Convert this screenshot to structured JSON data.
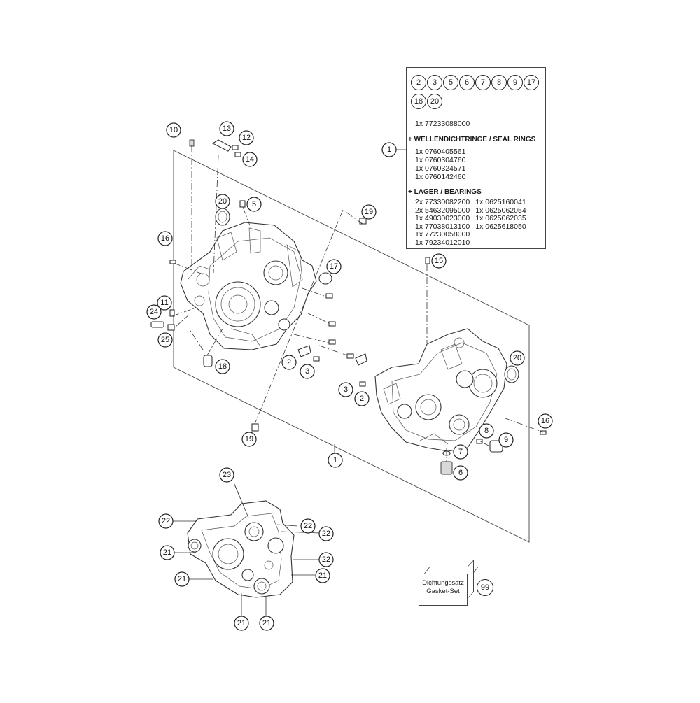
{
  "title_box": {
    "callouts": [
      "2",
      "3",
      "5",
      "6",
      "7",
      "8",
      "9",
      "17",
      "18",
      "20"
    ],
    "assembly_number": "1x 77233088000",
    "seal_header": "+ WELLENDICHTRINGE / SEAL RINGS",
    "seal_rings": [
      "1x 0760405561",
      "1x 0760304760",
      "1x 0760324571",
      "1x 0760142460"
    ],
    "bearing_header": "+ LAGER / BEARINGS",
    "bearings_col1": [
      "2x 77330082200",
      "2x 54632095000",
      "1x 49030023000",
      "1x 77038013100",
      "1x 77230058000",
      "1x 79234012010"
    ],
    "bearings_col2": [
      "1x 0625160041",
      "1x 0625062054",
      "1x 0625062035",
      "1x 0625618050"
    ]
  },
  "gasket_set": {
    "line1": "Dichtungssatz",
    "line2": "Gasket-Set",
    "callout": "99"
  },
  "callouts": {
    "c1_box": "1",
    "c1_bottom": "1",
    "c2_left": "2",
    "c2_right": "2",
    "c3_left": "3",
    "c3_right": "3",
    "c5": "5",
    "c6": "6",
    "c7": "7",
    "c8": "8",
    "c9": "9",
    "c10": "10",
    "c11": "11",
    "c12": "12",
    "c13": "13",
    "c14": "14",
    "c15": "15",
    "c16_left": "16",
    "c16_right": "16",
    "c17": "17",
    "c18": "18",
    "c19_top": "19",
    "c19_bottom": "19",
    "c20_left": "20",
    "c20_right": "20",
    "c21_a": "21",
    "c21_b": "21",
    "c21_c": "21",
    "c21_d": "21",
    "c21_e": "21",
    "c22_a": "22",
    "c22_b": "22",
    "c22_c": "22",
    "c22_d": "22",
    "c23": "23",
    "c24": "24",
    "c25": "25"
  }
}
